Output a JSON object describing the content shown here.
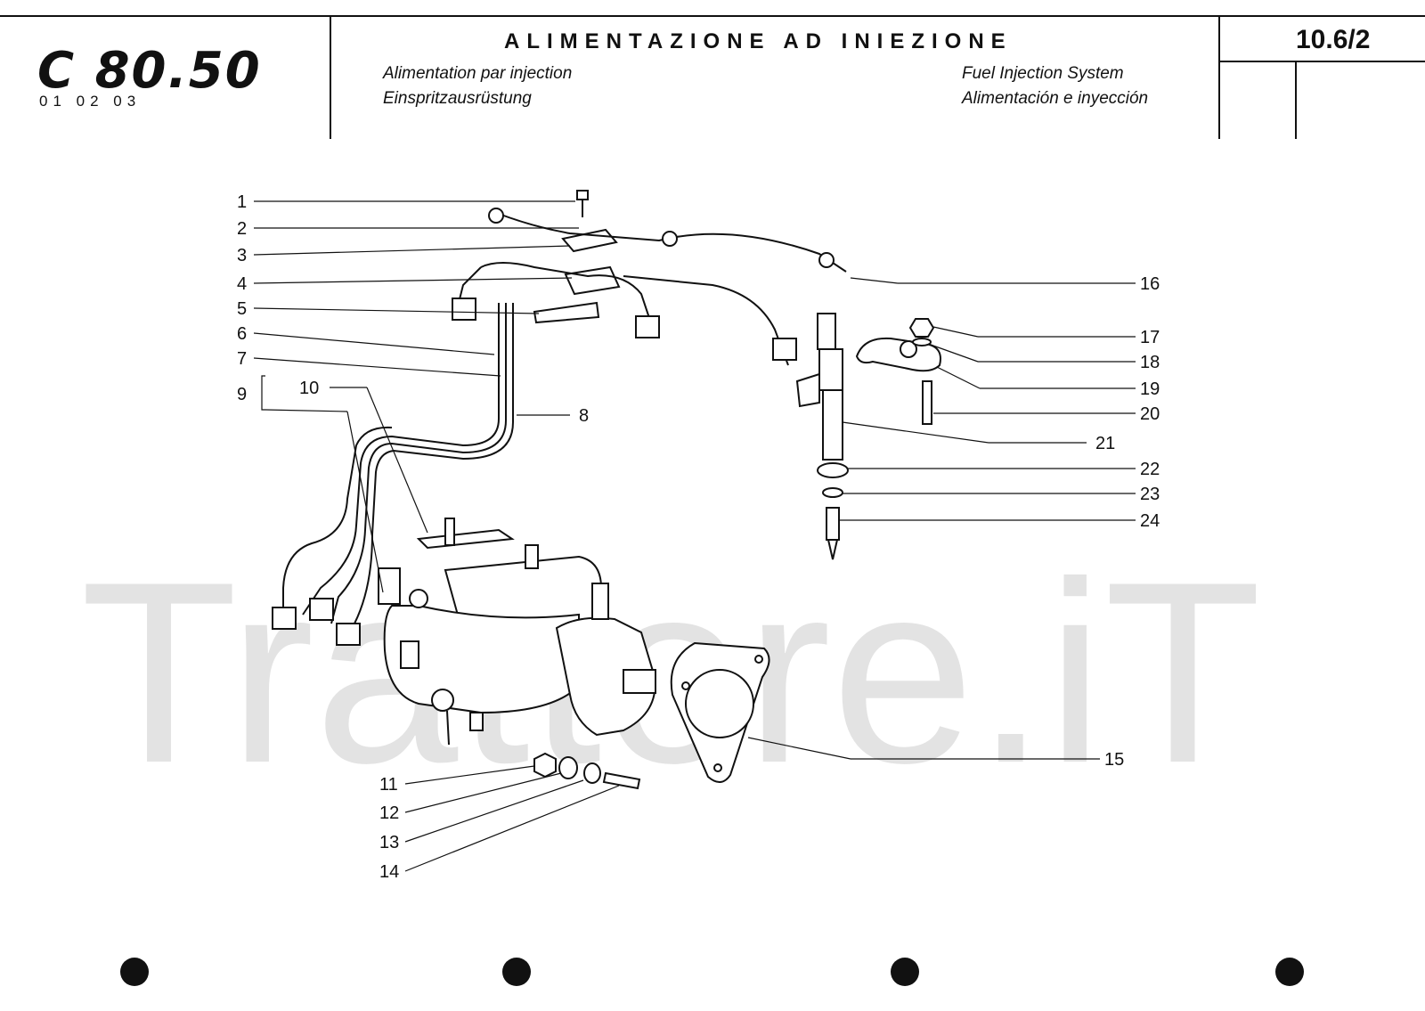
{
  "header": {
    "logo": "C 80.50",
    "logo_sub": "01 02 03",
    "title": "ALIMENTAZIONE AD INIEZIONE",
    "subtitle_fr": "Alimentation par injection",
    "subtitle_de": "Einspritzausrüstung",
    "subtitle_en": "Fuel Injection System",
    "subtitle_es": "Alimentación e inyección",
    "page_number": "10.6/2"
  },
  "watermark": "Trattore.iT",
  "callouts": {
    "c1": "1",
    "c2": "2",
    "c3": "3",
    "c4": "4",
    "c5": "5",
    "c6": "6",
    "c7": "7",
    "c8": "8",
    "c9": "9",
    "c10": "10",
    "c11": "11",
    "c12": "12",
    "c13": "13",
    "c14": "14",
    "c15": "15",
    "c16": "16",
    "c17": "17",
    "c18": "18",
    "c19": "19",
    "c20": "20",
    "c21": "21",
    "c22": "22",
    "c23": "23",
    "c24": "24"
  },
  "colors": {
    "ink": "#111111",
    "watermark": "#e3e3e3"
  }
}
